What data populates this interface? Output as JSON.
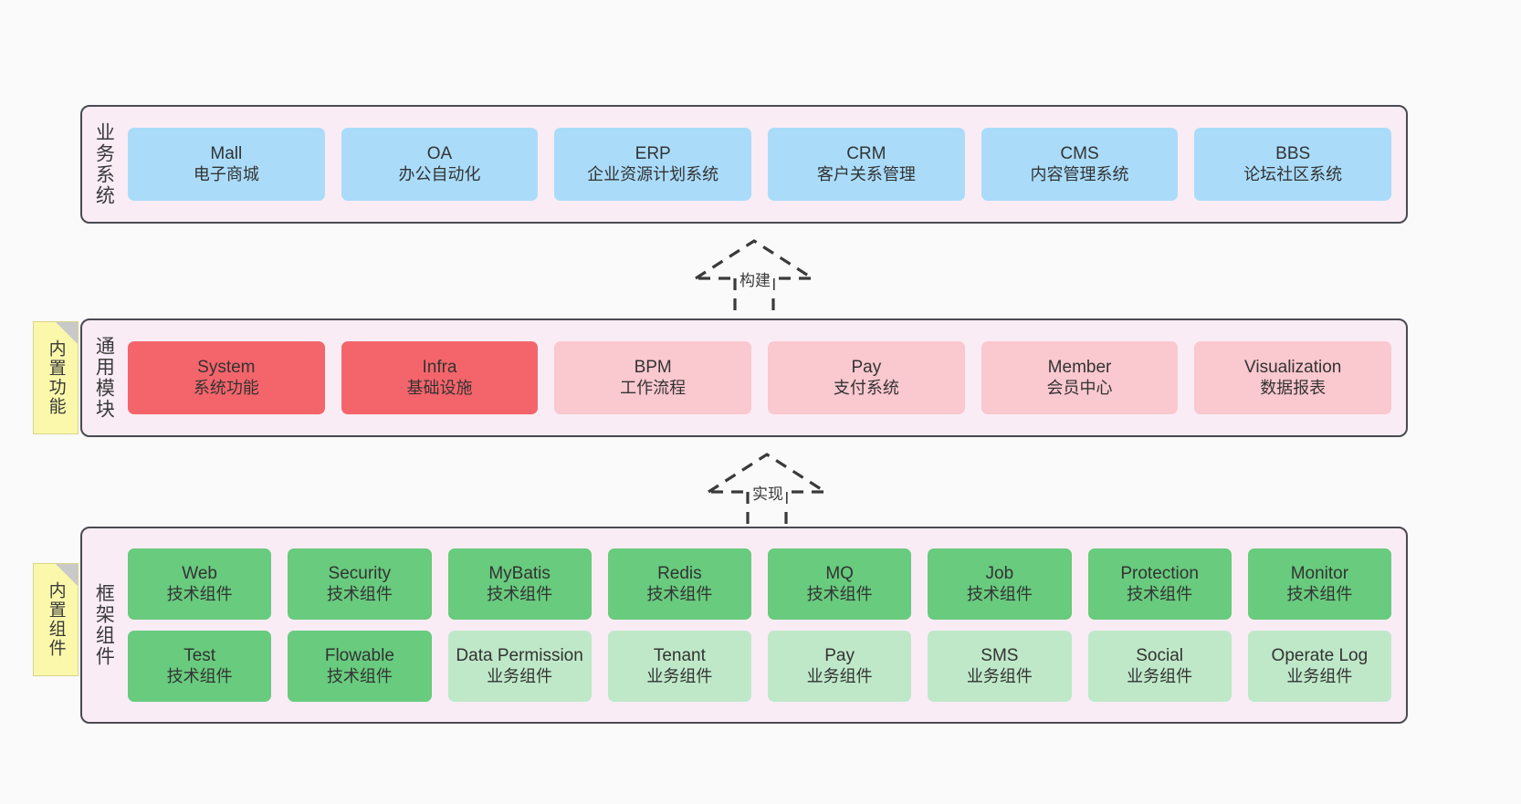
{
  "diagram": {
    "title": "",
    "background": "#fafafa",
    "colors": {
      "panel_fill": "#f9ecf5",
      "panel_border": "#4a4a52",
      "business_node": "#aadcfa",
      "core_module_node": "#f4656b",
      "module_node": "#fac8cf",
      "tech_component_node": "#68cb7e",
      "business_component_node": "#bfe8c8",
      "note_fill": "#fbf8ab",
      "note_fold": "#c9c9c9",
      "text": "#333333"
    }
  },
  "layers": [
    {
      "id": "business-systems",
      "title": "业务系统",
      "rows": [
        {
          "nodes": [
            {
              "name": "Mall",
              "subtitle": "电子商城",
              "color": "#aadcfa",
              "kind": "business"
            },
            {
              "name": "OA",
              "subtitle": "办公自动化",
              "color": "#aadcfa",
              "kind": "business"
            },
            {
              "name": "ERP",
              "subtitle": "企业资源计划系统",
              "color": "#aadcfa",
              "kind": "business"
            },
            {
              "name": "CRM",
              "subtitle": "客户关系管理",
              "color": "#aadcfa",
              "kind": "business"
            },
            {
              "name": "CMS",
              "subtitle": "内容管理系统",
              "color": "#aadcfa",
              "kind": "business"
            },
            {
              "name": "BBS",
              "subtitle": "论坛社区系统",
              "color": "#aadcfa",
              "kind": "business"
            }
          ]
        }
      ]
    },
    {
      "id": "common-modules",
      "title": "通用模块",
      "note": "内置功能",
      "rows": [
        {
          "nodes": [
            {
              "name": "System",
              "subtitle": "系统功能",
              "color": "#f4656b",
              "kind": "core-module"
            },
            {
              "name": "Infra",
              "subtitle": "基础设施",
              "color": "#f4656b",
              "kind": "core-module"
            },
            {
              "name": "BPM",
              "subtitle": "工作流程",
              "color": "#fac8cf",
              "kind": "module"
            },
            {
              "name": "Pay",
              "subtitle": "支付系统",
              "color": "#fac8cf",
              "kind": "module"
            },
            {
              "name": "Member",
              "subtitle": "会员中心",
              "color": "#fac8cf",
              "kind": "module"
            },
            {
              "name": "Visualization",
              "subtitle": "数据报表",
              "color": "#fac8cf",
              "kind": "module"
            }
          ]
        }
      ]
    },
    {
      "id": "framework-components",
      "title": "框架组件",
      "note": "内置组件",
      "rows": [
        {
          "nodes": [
            {
              "name": "Web",
              "subtitle": "技术组件",
              "color": "#68cb7e",
              "kind": "tech"
            },
            {
              "name": "Security",
              "subtitle": "技术组件",
              "color": "#68cb7e",
              "kind": "tech"
            },
            {
              "name": "MyBatis",
              "subtitle": "技术组件",
              "color": "#68cb7e",
              "kind": "tech"
            },
            {
              "name": "Redis",
              "subtitle": "技术组件",
              "color": "#68cb7e",
              "kind": "tech"
            },
            {
              "name": "MQ",
              "subtitle": "技术组件",
              "color": "#68cb7e",
              "kind": "tech"
            },
            {
              "name": "Job",
              "subtitle": "技术组件",
              "color": "#68cb7e",
              "kind": "tech"
            },
            {
              "name": "Protection",
              "subtitle": "技术组件",
              "color": "#68cb7e",
              "kind": "tech"
            },
            {
              "name": "Monitor",
              "subtitle": "技术组件",
              "color": "#68cb7e",
              "kind": "tech"
            }
          ]
        },
        {
          "nodes": [
            {
              "name": "Test",
              "subtitle": "技术组件",
              "color": "#68cb7e",
              "kind": "tech"
            },
            {
              "name": "Flowable",
              "subtitle": "技术组件",
              "color": "#68cb7e",
              "kind": "tech"
            },
            {
              "name": "Data Permission",
              "subtitle": "业务组件",
              "color": "#bfe8c8",
              "kind": "biz-component"
            },
            {
              "name": "Tenant",
              "subtitle": "业务组件",
              "color": "#bfe8c8",
              "kind": "biz-component"
            },
            {
              "name": "Pay",
              "subtitle": "业务组件",
              "color": "#bfe8c8",
              "kind": "biz-component"
            },
            {
              "name": "SMS",
              "subtitle": "业务组件",
              "color": "#bfe8c8",
              "kind": "biz-component"
            },
            {
              "name": "Social",
              "subtitle": "业务组件",
              "color": "#bfe8c8",
              "kind": "biz-component"
            },
            {
              "name": "Operate Log",
              "subtitle": "业务组件",
              "color": "#bfe8c8",
              "kind": "biz-component"
            }
          ]
        }
      ]
    }
  ],
  "connectors": [
    {
      "id": "build",
      "label": "构建",
      "from": "common-modules",
      "to": "business-systems",
      "style": "dashed-hollow-triangle"
    },
    {
      "id": "implement",
      "label": "实现",
      "from": "framework-components",
      "to": "common-modules",
      "style": "dashed-hollow-triangle"
    }
  ]
}
